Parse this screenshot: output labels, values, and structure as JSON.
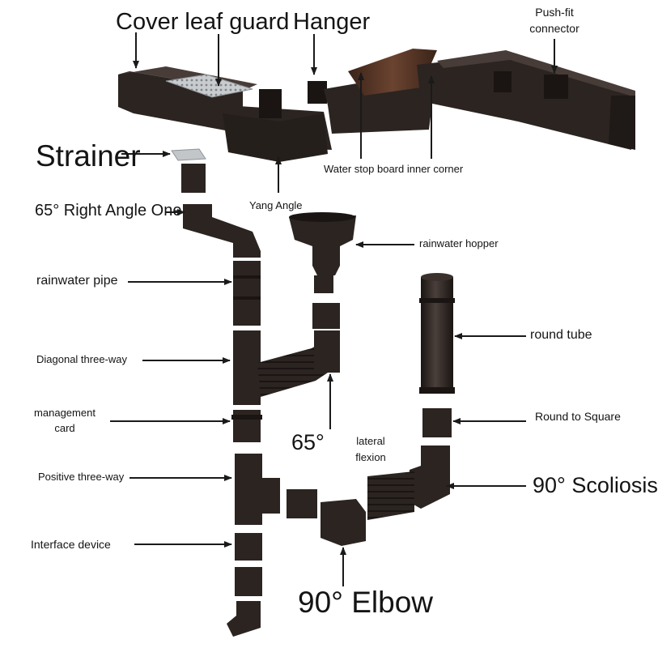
{
  "labels": {
    "cover_leaf_guard": "Cover leaf guard",
    "hanger": "Hanger",
    "push_fit_connector_1": "Push-fit",
    "push_fit_connector_2": "connector",
    "strainer": "Strainer",
    "water_stop_board": "Water stop board inner corner",
    "right_angle_65": "65° Right Angle One",
    "yang_angle": "Yang Angle",
    "rainwater_hopper": "rainwater hopper",
    "rainwater_pipe": "rainwater pipe",
    "round_tube": "round tube",
    "diagonal_three_way": "Diagonal three-way",
    "management_card_1": "management",
    "management_card_2": "card",
    "round_to_square": "Round to Square",
    "angle_65": "65°",
    "lateral_flexion_1": "lateral",
    "lateral_flexion_2": "flexion",
    "positive_three_way": "Positive three-way",
    "scoliosis_90": "90° Scoliosis",
    "interface_device": "Interface device",
    "elbow_90": "90° Elbow"
  },
  "colors": {
    "part": "#2b2421",
    "part_dark": "#1a1513",
    "part_light": "#473c37",
    "mesh": "#b9bcbf",
    "board": "#4a2d20",
    "arrow": "#1a1a1a"
  }
}
